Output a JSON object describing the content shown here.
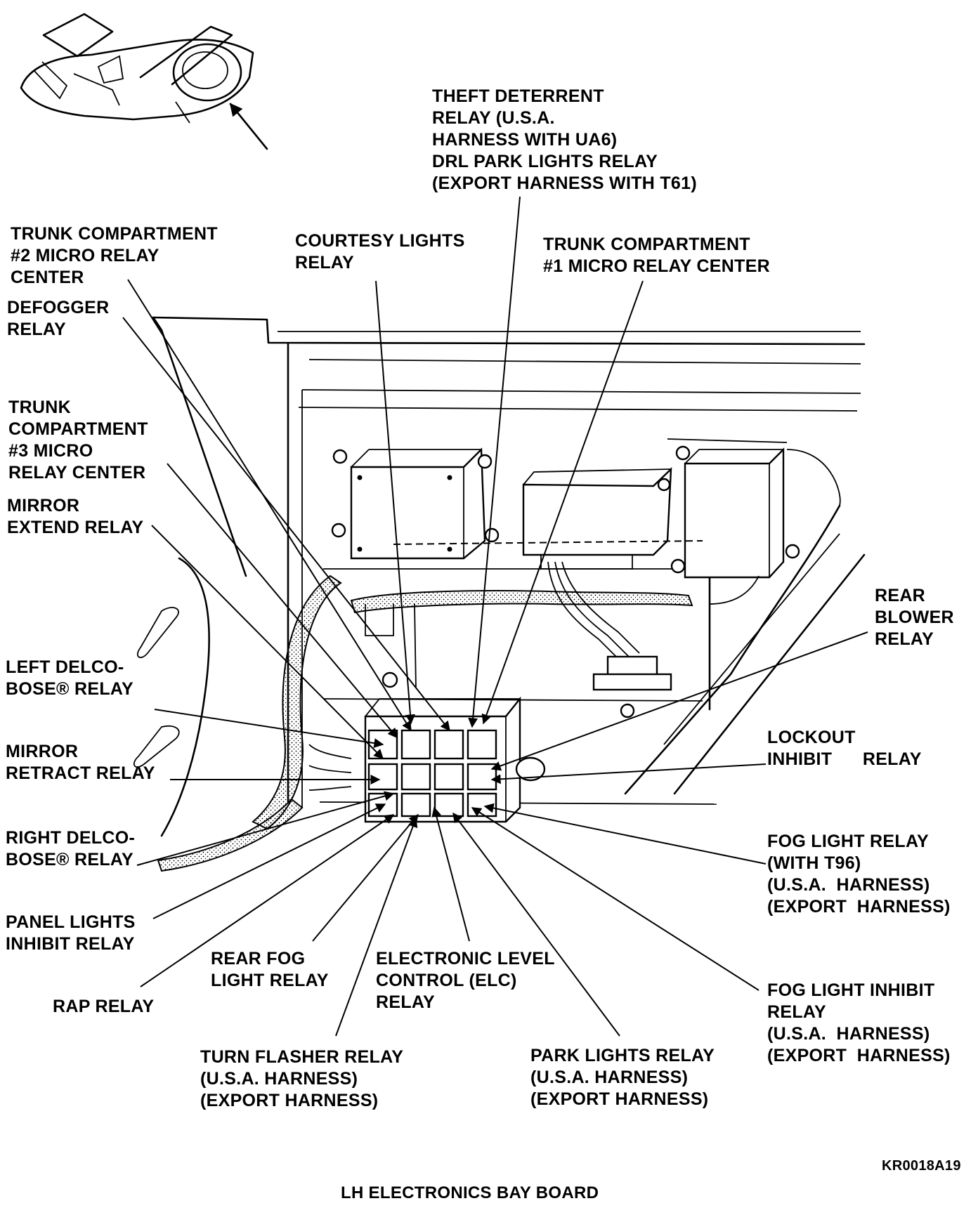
{
  "diagram": {
    "title": "LH ELECTRONICS BAY BOARD",
    "figure_code": "KR0018A19",
    "labels": {
      "theft_deterrent": [
        "THEFT DETERRENT",
        "RELAY (U.S.A.",
        "HARNESS WITH UA6)",
        "DRL PARK LIGHTS RELAY",
        "(EXPORT HARNESS WITH T61)"
      ],
      "trunk2": [
        "TRUNK COMPARTMENT",
        "#2 MICRO RELAY",
        "CENTER"
      ],
      "courtesy": [
        "COURTESY LIGHTS",
        "RELAY"
      ],
      "trunk1": [
        "TRUNK COMPARTMENT",
        "#1 MICRO RELAY CENTER"
      ],
      "defogger": [
        "DEFOGGER",
        "RELAY"
      ],
      "trunk3": [
        "TRUNK",
        "COMPARTMENT",
        "#3 MICRO",
        "RELAY CENTER"
      ],
      "mirror_extend": [
        "MIRROR",
        "EXTEND RELAY"
      ],
      "rear_blower": [
        "REAR",
        "BLOWER",
        "RELAY"
      ],
      "left_bose": [
        "LEFT DELCO-",
        "BOSE® RELAY"
      ],
      "lockout": [
        "LOCKOUT",
        "INHIBIT      RELAY"
      ],
      "mirror_retract": [
        "MIRROR",
        "RETRACT RELAY"
      ],
      "right_bose": [
        "RIGHT DELCO-",
        "BOSE® RELAY"
      ],
      "fog_light": [
        "FOG LIGHT RELAY",
        "(WITH T96)",
        "(U.S.A.  HARNESS)",
        "(EXPORT  HARNESS)"
      ],
      "panel_lights": [
        "PANEL LIGHTS",
        "INHIBIT RELAY"
      ],
      "rear_fog": [
        "REAR FOG",
        "LIGHT RELAY"
      ],
      "elc": [
        "ELECTRONIC LEVEL",
        "CONTROL (ELC)",
        "RELAY"
      ],
      "fog_inhibit": [
        "FOG LIGHT INHIBIT",
        "RELAY",
        "(U.S.A.  HARNESS)",
        "(EXPORT  HARNESS)"
      ],
      "rap": [
        "RAP RELAY"
      ],
      "turn_flasher": [
        "TURN FLASHER RELAY",
        "(U.S.A. HARNESS)",
        "(EXPORT HARNESS)"
      ],
      "park_lights": [
        "PARK LIGHTS RELAY",
        "(U.S.A. HARNESS)",
        "(EXPORT HARNESS)"
      ]
    }
  }
}
